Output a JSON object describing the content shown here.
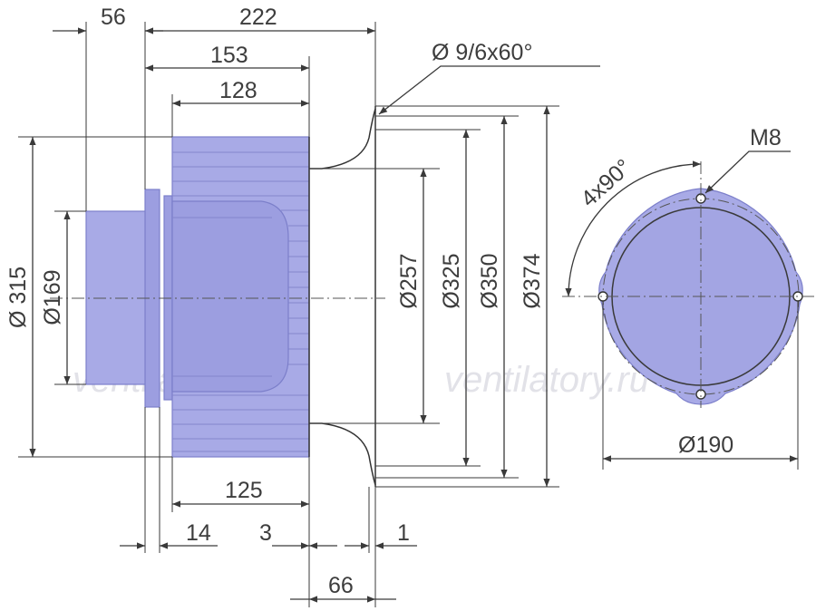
{
  "dimensions": {
    "d56": "56",
    "d222": "222",
    "d153": "153",
    "d128": "128",
    "d125": "125",
    "d14": "14",
    "d3": "3",
    "d1": "1",
    "d66": "66",
    "d315": "Ø 315",
    "d169": "Ø169",
    "d257": "Ø257",
    "d325": "Ø325",
    "d350": "Ø350",
    "d374": "Ø374",
    "d190": "Ø190",
    "holes": "Ø 9/6x60°",
    "m8": "M8",
    "angle": "4x90°"
  },
  "watermark": {
    "left": "ventilatory.ru",
    "right": "ventilatory.ru"
  },
  "colors": {
    "body_fill": "#a8aae6",
    "body_stroke": "#7c7fca",
    "line": "#3a3a3a"
  }
}
